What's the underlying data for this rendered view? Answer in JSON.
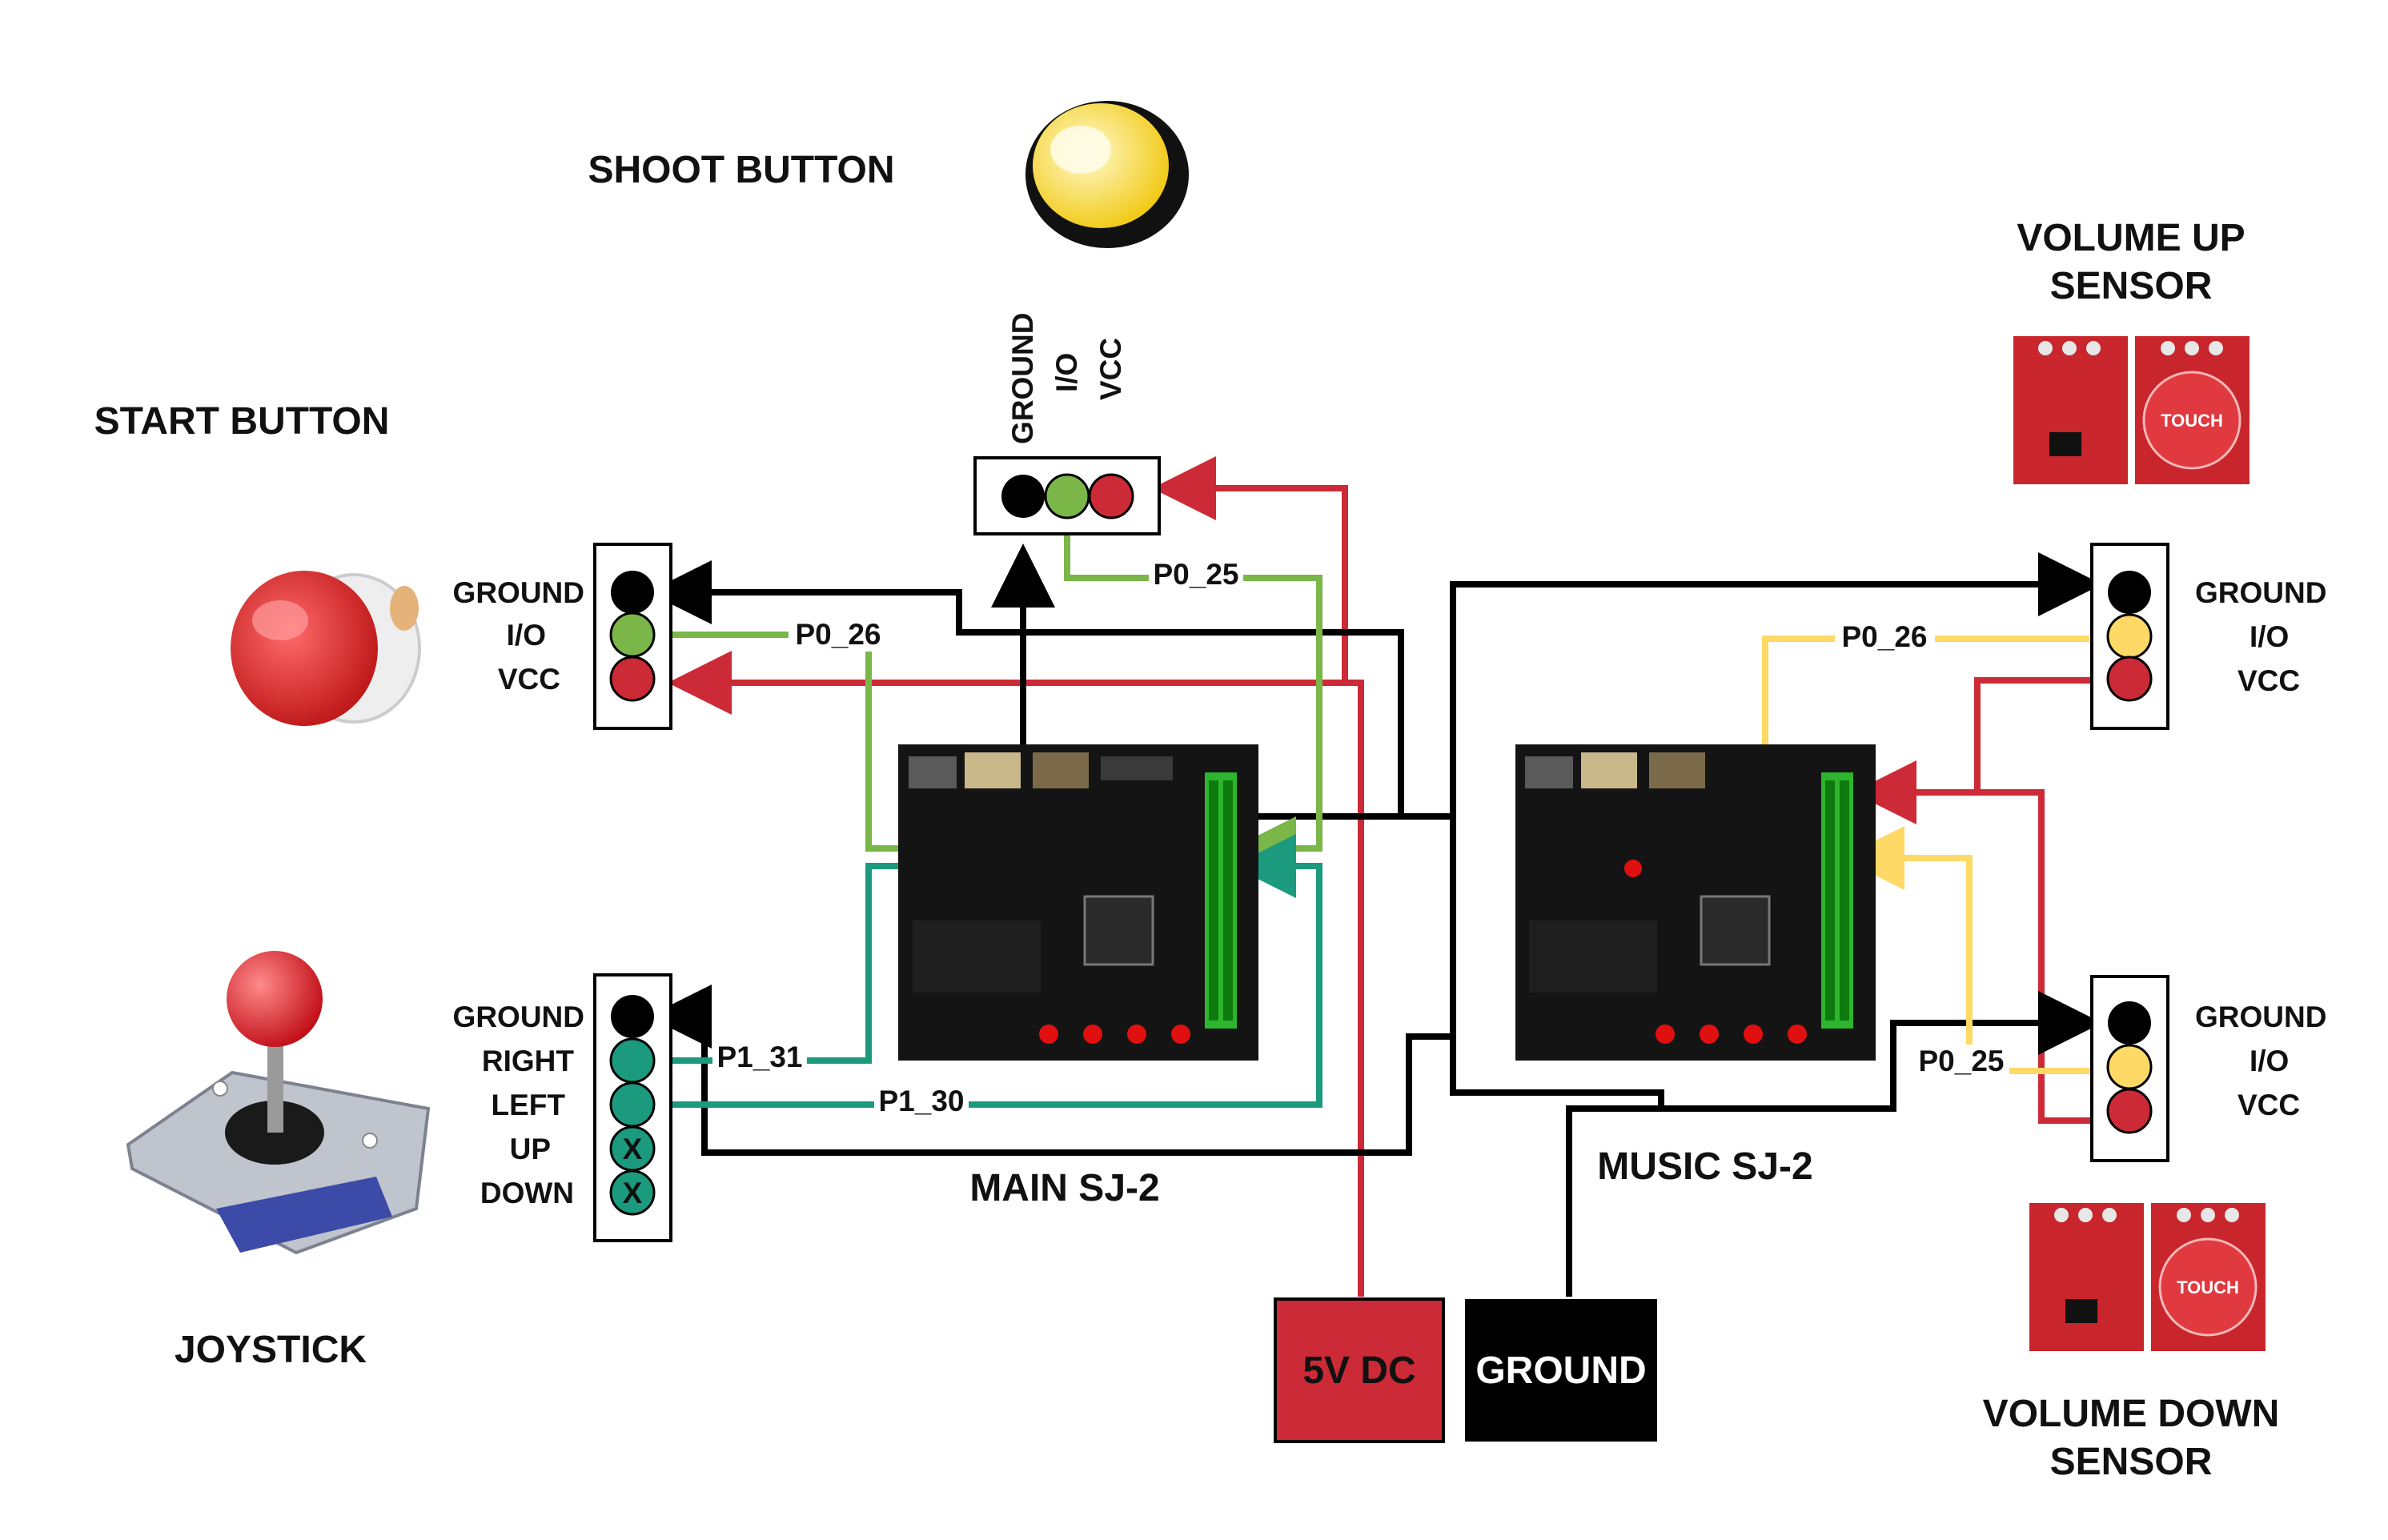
{
  "diagram": {
    "components": {
      "shoot_button": "SHOOT BUTTON",
      "start_button": "START BUTTON",
      "joystick": "JOYSTICK",
      "volume_up_sensor": [
        "VOLUME UP",
        "SENSOR"
      ],
      "volume_down_sensor": [
        "VOLUME DOWN",
        "SENSOR"
      ],
      "main_board": "MAIN SJ-2",
      "music_board": "MUSIC SJ-2",
      "power": "5V DC",
      "ground": "GROUND",
      "touch_text": "TOUCH"
    },
    "pins": {
      "shoot": [
        "GROUND",
        "I/O",
        "VCC"
      ],
      "start": [
        "GROUND",
        "I/O",
        "VCC"
      ],
      "joystick": [
        "GROUND",
        "RIGHT",
        "LEFT",
        "UP",
        "DOWN"
      ],
      "volume_up": [
        "GROUND",
        "I/O",
        "VCC"
      ],
      "volume_down": [
        "GROUND",
        "I/O",
        "VCC"
      ],
      "unused_mark": "X"
    },
    "wire_labels": {
      "shoot_io": "P0_25",
      "start_io": "P0_26",
      "joy_right": "P1_31",
      "joy_left": "P1_30",
      "vol_up_io": "P0_26",
      "vol_down_io": "P0_25"
    },
    "colors": {
      "ground_wire": "#000000",
      "vcc_wire": "#cc2a36",
      "start_shoot_io_wire": "#7ab648",
      "joystick_wire": "#1b9a7e",
      "volume_io_wire": "#ffd966"
    }
  }
}
